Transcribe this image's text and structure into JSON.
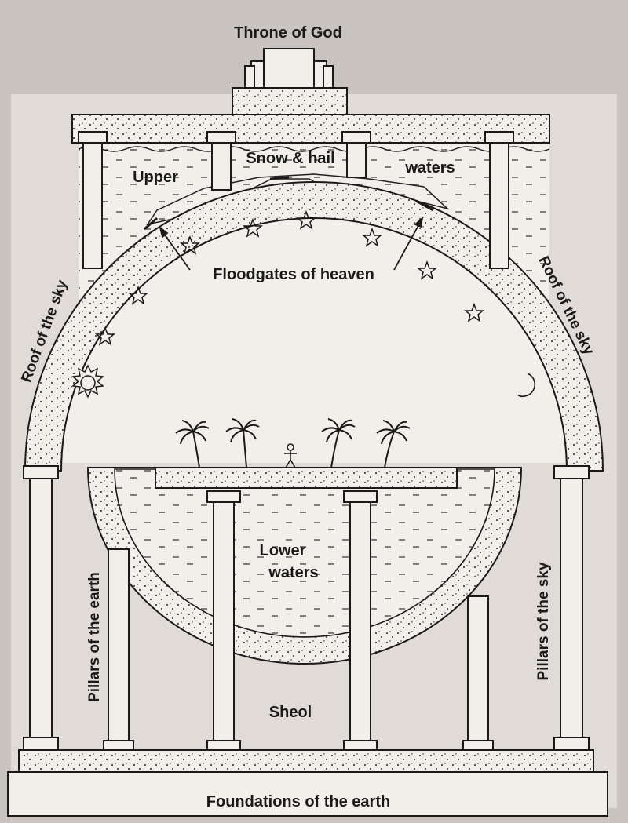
{
  "labels": {
    "throne": "Throne of God",
    "snow_hail": "Snow & hail",
    "upper": "Upper",
    "waters": "waters",
    "floodgates": "Floodgates of heaven",
    "roof_left": "Roof of the sky",
    "roof_right": "Roof of the sky",
    "lower_waters_1": "Lower",
    "lower_waters_2": "waters",
    "pillars_earth": "Pillars of the earth",
    "pillars_sky": "Pillars of the sky",
    "sheol": "Sheol",
    "foundations": "Foundations of the earth"
  },
  "colors": {
    "paper": "#c9c4bf",
    "diagram_bg": "#f2efea",
    "ink": "#1a1a1a"
  }
}
